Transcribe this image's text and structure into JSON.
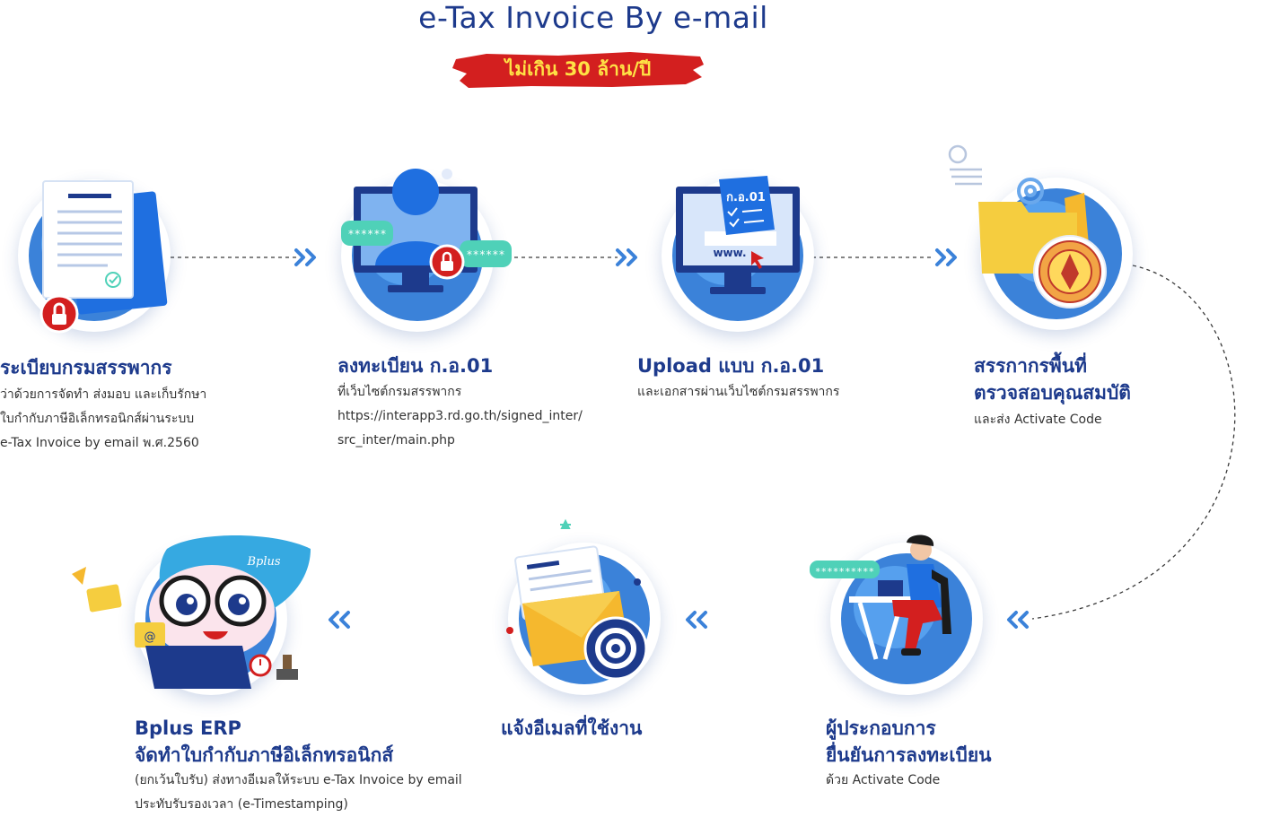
{
  "title": "e-Tax Invoice By e-mail",
  "banner": "ไม่เกิน 30 ล้าน/ปี",
  "colors": {
    "navy": "#1d3a8c",
    "blue": "#3b82d9",
    "light_blue": "#56a0ee",
    "red": "#d31f1f",
    "yellow": "#ffe245",
    "teal": "#4fd1b8"
  },
  "steps": [
    {
      "heading": [
        "ระเบียบกรมสรรพากร"
      ],
      "desc": [
        "ว่าด้วยการจัดทำ ส่งมอบ และเก็บรักษา",
        "ใบกำกับภาษีอิเล็กทรอนิกส์ผ่านระบบ",
        "e-Tax Invoice by email พ.ศ.2560"
      ],
      "icon": "document-lock-icon"
    },
    {
      "heading": [
        "ลงทะเบียน ก.อ.01"
      ],
      "desc": [
        "ที่เว็บไซต์กรมสรรพากร",
        "https://interapp3.rd.go.th/signed_inter/",
        "src_inter/main.php"
      ],
      "icon": "monitor-user-icon",
      "password_left": "******",
      "password_right": "******"
    },
    {
      "heading": [
        "Upload แบบ ก.อ.01"
      ],
      "desc": [
        "และเอกสารผ่านเว็บไซต์กรมสรรพากร"
      ],
      "icon": "monitor-upload-icon",
      "doc_label": "ก.อ.01",
      "url_label": "www."
    },
    {
      "heading": [
        "สรรกากรพื้นที่",
        "ตรวจสอบคุณสมบัติ"
      ],
      "desc": [
        "และส่ง Activate Code"
      ],
      "icon": "folder-seal-icon"
    },
    {
      "heading": [
        "ผู้ประกอบการ",
        "ยื่นยันการลงทะเบียน"
      ],
      "desc": [
        "ด้วย Activate Code"
      ],
      "icon": "person-laptop-icon",
      "password": "**********"
    },
    {
      "heading": [
        "แจ้งอีเมลที่ใช้งาน"
      ],
      "desc": [],
      "icon": "envelope-at-icon"
    },
    {
      "heading": [
        "Bplus ERP",
        "จัดทำใบกำกับภาษีอิเล็กทรอนิกส์"
      ],
      "desc": [
        "(ยกเว้นใบรับ) ส่งทางอีเมลให้ระบบ e-Tax Invoice by email",
        "ประทับรับรองเวลา (e-Timestamping)"
      ],
      "icon": "mascot-icon",
      "mascot_label": "Bplus"
    }
  ]
}
